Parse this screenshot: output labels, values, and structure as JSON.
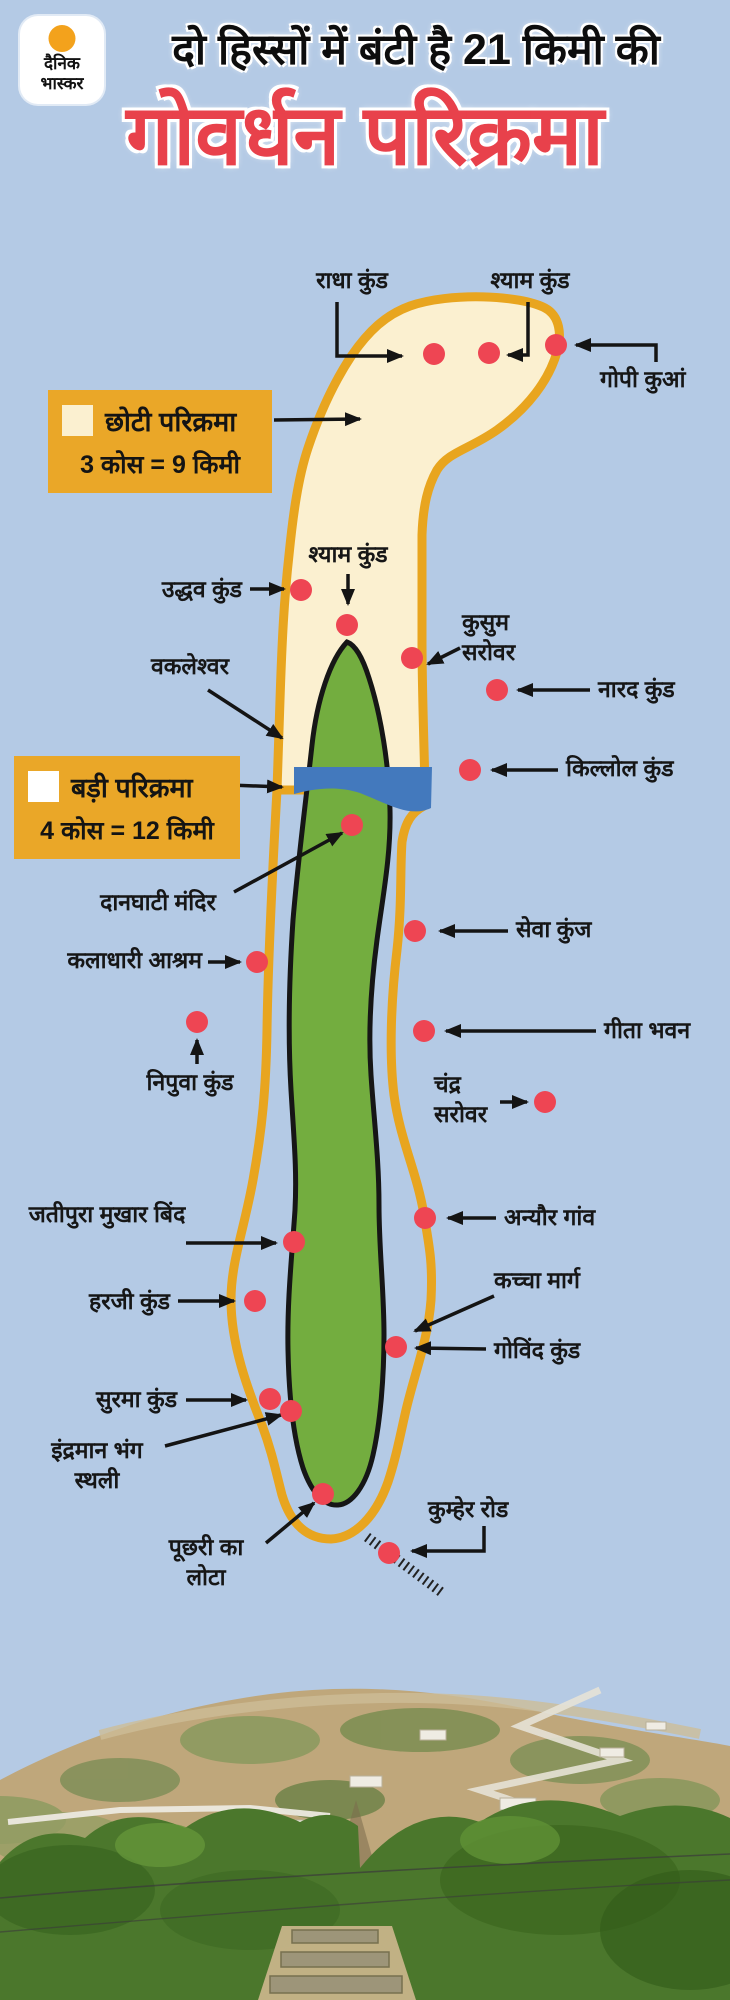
{
  "header": {
    "logo": {
      "line1": "दैनिक",
      "line2": "भास्कर"
    },
    "title_line1": "दो हिस्सों में बंटी है 21 किमी की",
    "title_line2": "गोवर्धन परिक्रमा"
  },
  "legend": {
    "chhoti": {
      "title": "छोटी परिक्रमा",
      "subtitle": "3 कोस = 9 किमी",
      "swatch_color": "#fbf0d0"
    },
    "badi": {
      "title": "बड़ी परिक्रमा",
      "subtitle": "4 कोस = 12 किमी",
      "swatch_color": "#ffffff"
    }
  },
  "map": {
    "labels": [
      {
        "id": "radha-kund",
        "text": "राधा कुंड"
      },
      {
        "id": "shyam-kund-top",
        "text": "श्याम कुंड"
      },
      {
        "id": "gopi-kuan",
        "text": "गोपी कुआं"
      },
      {
        "id": "shyam-kund",
        "text": "श्याम कुंड"
      },
      {
        "id": "uddhav-kund",
        "text": "उद्धव कुंड"
      },
      {
        "id": "kusum-sarovar",
        "text": "कुसुम सरोवर"
      },
      {
        "id": "narad-kund",
        "text": "नारद कुंड"
      },
      {
        "id": "vakleshwar",
        "text": "वकलेश्वर"
      },
      {
        "id": "killol-kund",
        "text": "किल्लोल कुंड"
      },
      {
        "id": "danghati-mandir",
        "text": "दानघाटी मंदिर"
      },
      {
        "id": "seva-kunj",
        "text": "सेवा कुंज"
      },
      {
        "id": "kaladhari-ashram",
        "text": "कलाधारी आश्रम"
      },
      {
        "id": "geeta-bhavan",
        "text": "गीता भवन"
      },
      {
        "id": "nipuva-kund",
        "text": "निपुवा कुंड"
      },
      {
        "id": "chandra-sarovar",
        "text": "चंद्र सरोवर"
      },
      {
        "id": "jatipura-mukhar-bind",
        "text": "जतीपुरा मुखार बिंद"
      },
      {
        "id": "anyor-gaon",
        "text": "अन्यौर गांव"
      },
      {
        "id": "kachcha-marg",
        "text": "कच्चा मार्ग"
      },
      {
        "id": "govind-kund",
        "text": "गोविंद कुंड"
      },
      {
        "id": "harji-kund",
        "text": "हरजी कुंड"
      },
      {
        "id": "surma-kund",
        "text": "सुरमा कुंड"
      },
      {
        "id": "indraman-bhang-sthali",
        "text": "इंद्रमान भंग स्थली"
      },
      {
        "id": "puchhri-ka-lota",
        "text": "पूछरी का लोटा"
      },
      {
        "id": "kumher-road",
        "text": "कुम्हेर रोड"
      }
    ],
    "colors": {
      "background": "#b4cae5",
      "route_yellow": "#e8a51f",
      "chhoti_parikrama_fill": "#fbf0d0",
      "hill_green": "#73ad3f",
      "road_band_blue": "#4379bd",
      "marker_red": "#ee4553",
      "legend_box_orange": "#eaa728",
      "title_red": "#e8414b"
    }
  }
}
